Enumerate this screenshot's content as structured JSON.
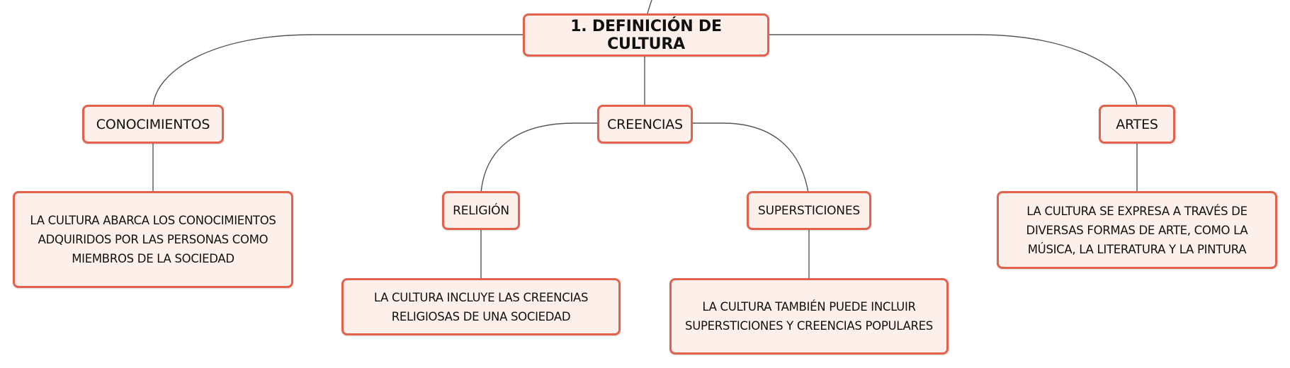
{
  "root": {
    "label": "1. DEFINICIÓN DE CULTURA"
  },
  "branches": {
    "conocimientos": {
      "label": "CONOCIMIENTOS",
      "detail": "LA CULTURA ABARCA LOS CONOCIMIENTOS ADQUIRIDOS POR LAS PERSONAS COMO MIEMBROS DE LA SOCIEDAD"
    },
    "creencias": {
      "label": "CREENCIAS",
      "religion": {
        "label": "RELIGIÓN",
        "detail": "LA CULTURA INCLUYE LAS CREENCIAS RELIGIOSAS DE UNA SOCIEDAD"
      },
      "supersticiones": {
        "label": "SUPERSTICIONES",
        "detail": "LA CULTURA TAMBIÉN PUEDE INCLUIR SUPERSTICIONES Y CREENCIAS POPULARES"
      }
    },
    "artes": {
      "label": "ARTES",
      "detail": "LA CULTURA SE EXPRESA A TRAVÉS DE DIVERSAS FORMAS DE ARTE, COMO LA MÚSICA, LA LITERATURA Y LA PINTURA"
    }
  },
  "colors": {
    "node_border": "#e4614e",
    "node_fill": "#fdf0ea",
    "connector": "#555555"
  }
}
